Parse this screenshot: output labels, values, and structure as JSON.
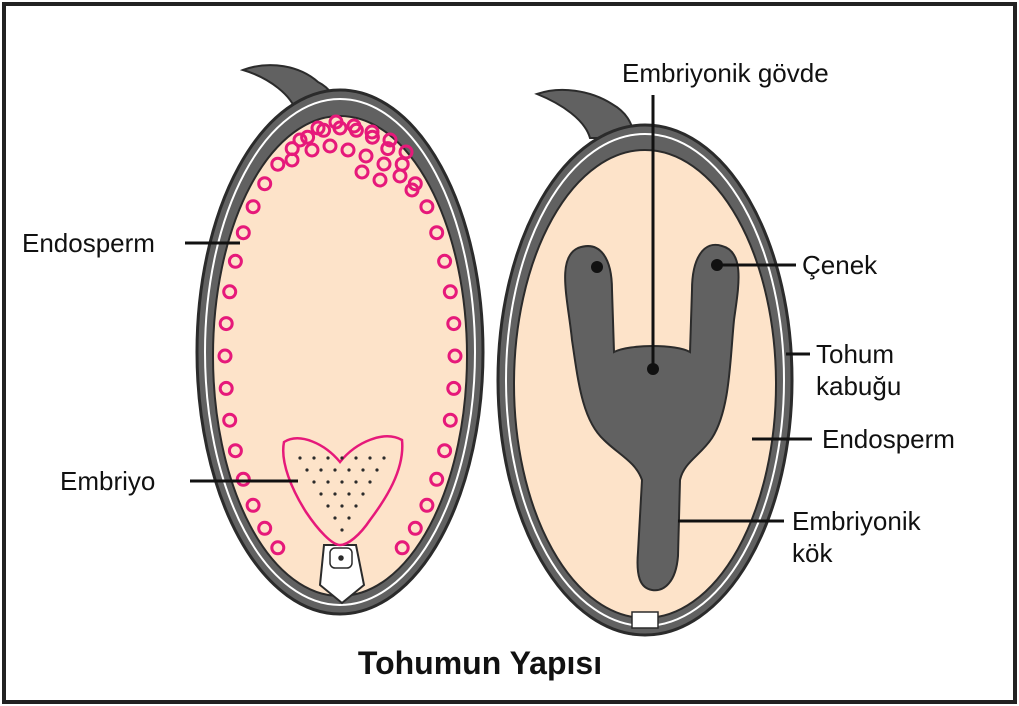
{
  "figure": {
    "title": "Tohumun Yapısı",
    "left_seed": {
      "labels": {
        "endosperm": "Endosperm",
        "embryo": "Embriyo"
      }
    },
    "right_seed": {
      "labels": {
        "embryonic_stem": "Embriyonik gövde",
        "cotyledon": "Çenek",
        "seed_coat_line1": "Tohum",
        "seed_coat_line2": "kabuğu",
        "endosperm": "Endosperm",
        "embryonic_root_line1": "Embriyonik",
        "embryonic_root_line2": "kök"
      }
    }
  },
  "colors": {
    "endosperm_fill": "#fde3c9",
    "coat": "#616161",
    "coat_outline": "#2b2b2b",
    "aleurone_dots": "#e6197a",
    "embryo_fill": "#616161",
    "text": "#111111"
  }
}
